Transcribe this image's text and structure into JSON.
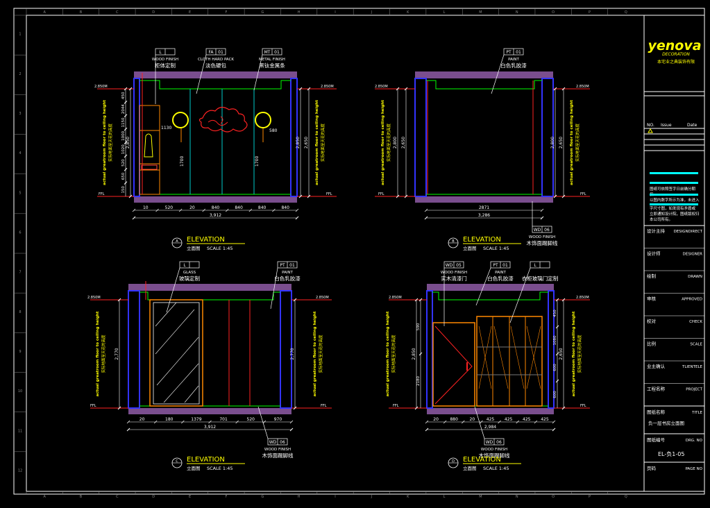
{
  "border_letters": [
    "A",
    "B",
    "C",
    "D",
    "E",
    "F",
    "G",
    "H",
    "I",
    "J",
    "K",
    "L",
    "M",
    "N",
    "O",
    "P",
    "Q"
  ],
  "border_numbers": [
    "1",
    "2",
    "3",
    "4",
    "5",
    "6",
    "7",
    "8",
    "9",
    "10",
    "11",
    "12"
  ],
  "logo": {
    "text": "yenova",
    "sub": "DECORATION",
    "company_cn": "本宅业之典装饰有限"
  },
  "title_block": {
    "header": {
      "no": "NO.",
      "issue": "Issue",
      "date": "Date"
    },
    "notes": [
      "图纸可依照签字日前确分期",
      "仅",
      "以图内数字所示为准，未进入",
      "字尺寸图，如发现有矛盾或",
      "立即通知设计院，图纸版权归",
      "本公司所有。"
    ],
    "rows": [
      {
        "cn": "设计主持",
        "en": "DESIGNDIRECT"
      },
      {
        "cn": "设计师",
        "en": "DESIGNER"
      },
      {
        "cn": "绘制",
        "en": "DRAWN"
      },
      {
        "cn": "审核",
        "en": "APPROVED"
      },
      {
        "cn": "校对",
        "en": "CHECK"
      },
      {
        "cn": "比例",
        "en": "SCALE"
      },
      {
        "cn": "业主确认",
        "en": "TLIENTELE"
      },
      {
        "cn": "工程名称",
        "en": "PROJECT"
      }
    ],
    "title_cn": "图纸名称",
    "title_en": "TITLE",
    "title_value": "负一层书房立面图",
    "drg_cn": "图纸编号",
    "drg_en": "DRG. NO",
    "drg_value": "EL-负1-05",
    "page_cn": "页码",
    "page_en": "PAGE NO"
  },
  "elevations": {
    "A": {
      "label": "ELEVATION",
      "letter": "A",
      "sub": "立面图",
      "scale": "SCALE 1:45",
      "tags": [
        {
          "code": "L",
          "num": "",
          "en": "WOOD FINISH",
          "cn": "柜体定制"
        },
        {
          "code": "FA",
          "num": "01",
          "en": "CLOTH HARD PACK",
          "cn": "淡色硬包"
        },
        {
          "code": "MT",
          "num": "01",
          "en": "METAL FINISH",
          "cn": "黑钛金属条"
        }
      ],
      "bottom_dims": [
        "10",
        "520",
        "20",
        "840",
        "840",
        "840",
        "840"
      ],
      "total": "3,912",
      "side_dims": [
        "2,850",
        "2,650"
      ],
      "mid_dims": [
        "1130",
        "1700",
        "1700",
        "580"
      ],
      "left_stack": [
        "450",
        "2044",
        "1150",
        "1000",
        "1020",
        "520",
        "650",
        "150"
      ]
    },
    "B": {
      "label": "ELEVATION",
      "letter": "B",
      "sub": "立面图",
      "scale": "SCALE 1:45",
      "tags": [
        {
          "code": "PT",
          "num": "01",
          "en": "PAINT",
          "cn": "白色乳胶漆"
        },
        {
          "code": "WD",
          "num": "06",
          "en": "WOOD FINISH",
          "cn": "木饰面踢脚线"
        }
      ],
      "bottom_dims": [
        "2871"
      ],
      "total": "3,286",
      "side_dims": [
        "2,800",
        "2,650"
      ]
    },
    "C": {
      "label": "ELEVATION",
      "letter": "C",
      "sub": "立面图",
      "scale": "SCALE 1:45",
      "tags": [
        {
          "code": "L",
          "num": "",
          "en": "GLASS",
          "cn": "玻璃定制"
        },
        {
          "code": "PT",
          "num": "01",
          "en": "PAINT",
          "cn": "白色乳胶漆"
        },
        {
          "code": "WD",
          "num": "06",
          "en": "WOOD FINISH",
          "cn": "木饰面踢脚线"
        }
      ],
      "bottom_dims": [
        "20",
        "180",
        "1379",
        "701",
        "520",
        "970"
      ],
      "total": "3,912",
      "side_dims": [
        "2,770",
        "2,770"
      ]
    },
    "D": {
      "label": "ELEVATION",
      "letter": "D",
      "sub": "立面图",
      "scale": "SCALE 1:45",
      "tags": [
        {
          "code": "WD",
          "num": "05",
          "en": "WOOD FINISH",
          "cn": "实木清漆门"
        },
        {
          "code": "PT",
          "num": "01",
          "en": "PAINT",
          "cn": "白色乳胶漆"
        },
        {
          "code": "L",
          "num": "",
          "en": "",
          "cn": "衣柜玻璃门定制"
        },
        {
          "code": "WD",
          "num": "06",
          "en": "WOOD FINISH",
          "cn": "木饰面踢脚线"
        }
      ],
      "bottom_dims": [
        "20",
        "880",
        "20",
        "425",
        "425",
        "425",
        "425"
      ],
      "total": "2,984",
      "side_dims": [
        "2,850",
        "2,650"
      ],
      "left_stack": [
        "590",
        "2180"
      ],
      "right_stack": [
        "450",
        "1080",
        "600",
        "600"
      ]
    }
  },
  "vertical_note": {
    "en": "actual greatroom floor to ceiling height",
    "cn": "实际地面至天花的高度"
  },
  "level_mark": "2.850M",
  "ffl_mark": "FFL"
}
